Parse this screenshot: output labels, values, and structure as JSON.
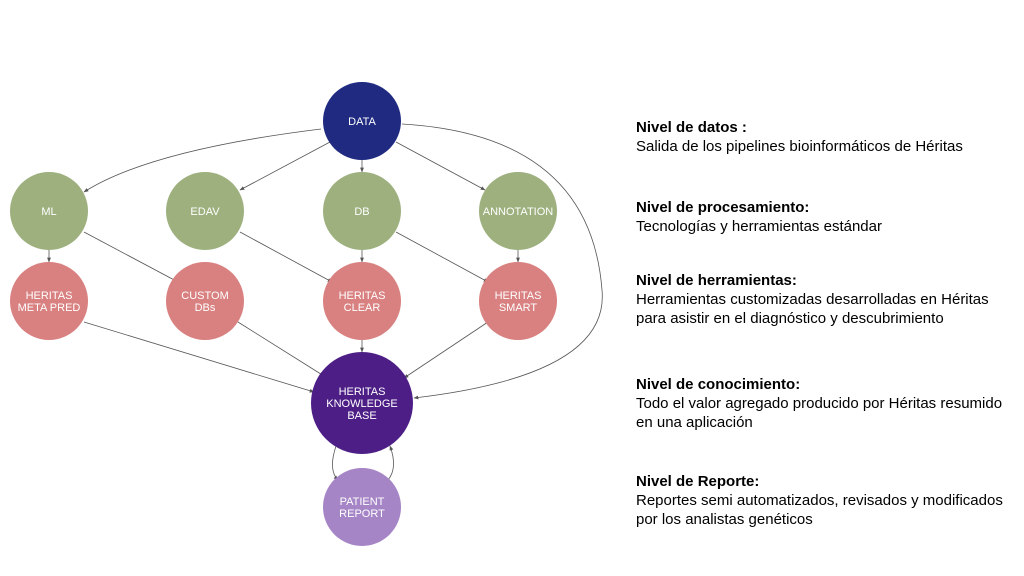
{
  "nodes": {
    "data": {
      "label": [
        "DATA"
      ],
      "color": "#1f2a80"
    },
    "ml": {
      "label": [
        "ML"
      ],
      "color": "#9db07e"
    },
    "edav": {
      "label": [
        "EDAV"
      ],
      "color": "#9db07e"
    },
    "db": {
      "label": [
        "DB"
      ],
      "color": "#9db07e"
    },
    "annotation": {
      "label": [
        "ANNOTATION"
      ],
      "color": "#9db07e"
    },
    "heritas_meta_pred": {
      "label": [
        "HERITAS",
        "META PRED"
      ],
      "color": "#d98080"
    },
    "custom_dbs": {
      "label": [
        "CUSTOM",
        "DBs"
      ],
      "color": "#d98080"
    },
    "heritas_clear": {
      "label": [
        "HERITAS",
        "CLEAR"
      ],
      "color": "#d98080"
    },
    "heritas_smart": {
      "label": [
        "HERITAS",
        "SMART"
      ],
      "color": "#d98080"
    },
    "knowledge_base": {
      "label": [
        "HERITAS",
        "KNOWLEDGE",
        "BASE"
      ],
      "color": "#4d1f86"
    },
    "patient_report": {
      "label": [
        "PATIENT",
        "REPORT"
      ],
      "color": "#a585c6"
    }
  },
  "levels": [
    {
      "title": "Nivel de datos :",
      "description": "Salida de los pipelines bioinformáticos de Héritas"
    },
    {
      "title": "Nivel de procesamiento:",
      "description": "Tecnologías y herramientas estándar"
    },
    {
      "title": "Nivel de herramientas:",
      "description": "Herramientas customizadas desarrolladas en Héritas para asistir en el diagnóstico y descubrimiento"
    },
    {
      "title": "Nivel de conocimiento:",
      "description": "Todo el valor agregado producido por Héritas resumido en una aplicación"
    },
    {
      "title": "Nivel de Reporte:",
      "description": "Reportes semi automatizados, revisados y modificados por los analistas genéticos"
    }
  ]
}
